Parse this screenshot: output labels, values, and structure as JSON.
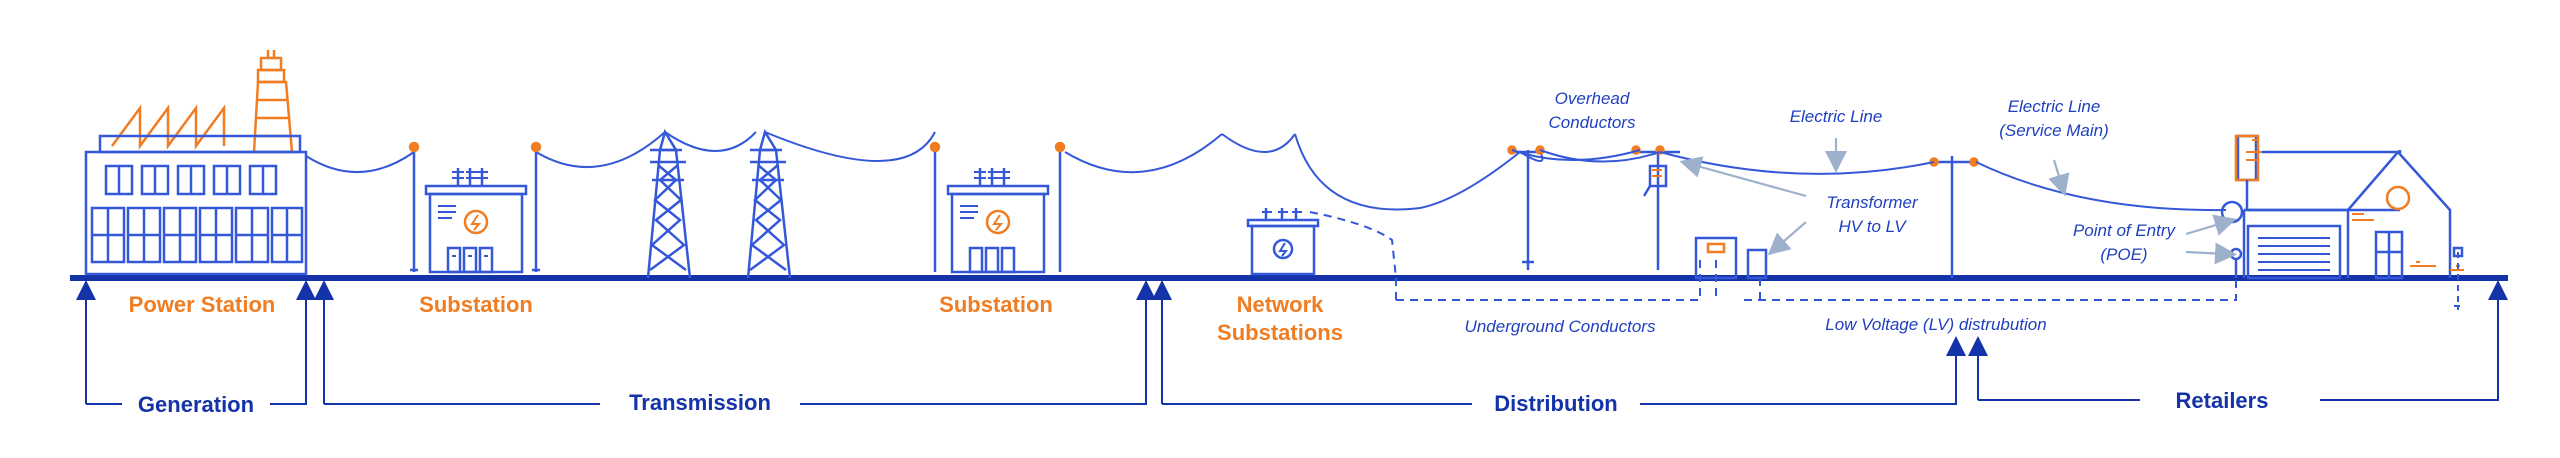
{
  "facilities": {
    "power_station": "Power Station",
    "substation_1": "Substation",
    "substation_2": "Substation",
    "network_substations_line1": "Network",
    "network_substations_line2": "Substations"
  },
  "annotations": {
    "overhead_conductors_line1": "Overhead",
    "overhead_conductors_line2": "Conductors",
    "electric_line": "Electric Line",
    "electric_line_service_line1": "Electric Line",
    "electric_line_service_line2": "(Service Main)",
    "transformer_line1": "Transformer",
    "transformer_line2": "HV to LV",
    "point_of_entry_line1": "Point of Entry",
    "point_of_entry_line2": "(POE)",
    "underground_conductors": "Underground Conductors",
    "lv_distribution": "Low Voltage (LV) distrubution"
  },
  "stages": {
    "generation": "Generation",
    "transmission": "Transmission",
    "distribution": "Distribution",
    "retailers": "Retailers"
  },
  "colors": {
    "line_blue": "#3558D9",
    "dark_blue": "#1533A8",
    "orange": "#F07D22",
    "grey_arrow": "#9DB0CC"
  }
}
